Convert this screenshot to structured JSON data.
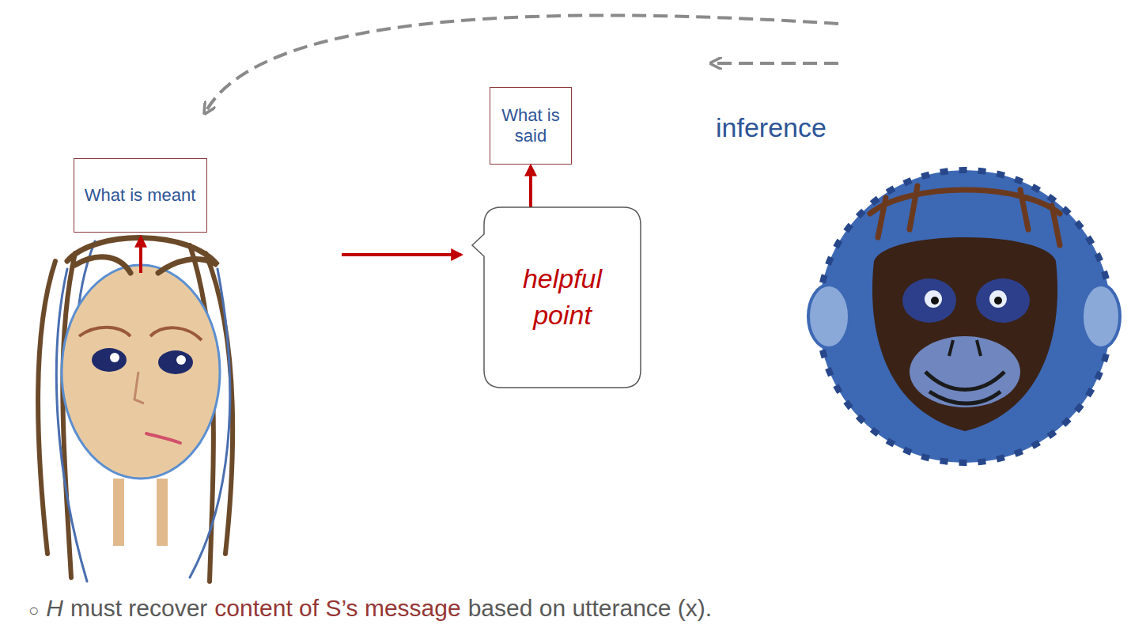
{
  "diagram": {
    "nodes": [
      {
        "text": [
          "What is meant"
        ]
      },
      {
        "text": [
          "What is said"
        ]
      },
      {
        "text": [
          "helpful point"
        ]
      }
    ],
    "edges": [
      {
        "from": 2,
        "to": 1,
        "arrow": "to"
      }
    ],
    "labels": [
      "inference",
      "○",
      "H",
      "must recover",
      "content of S’s message",
      "based on utterance (x)."
    ]
  }
}
